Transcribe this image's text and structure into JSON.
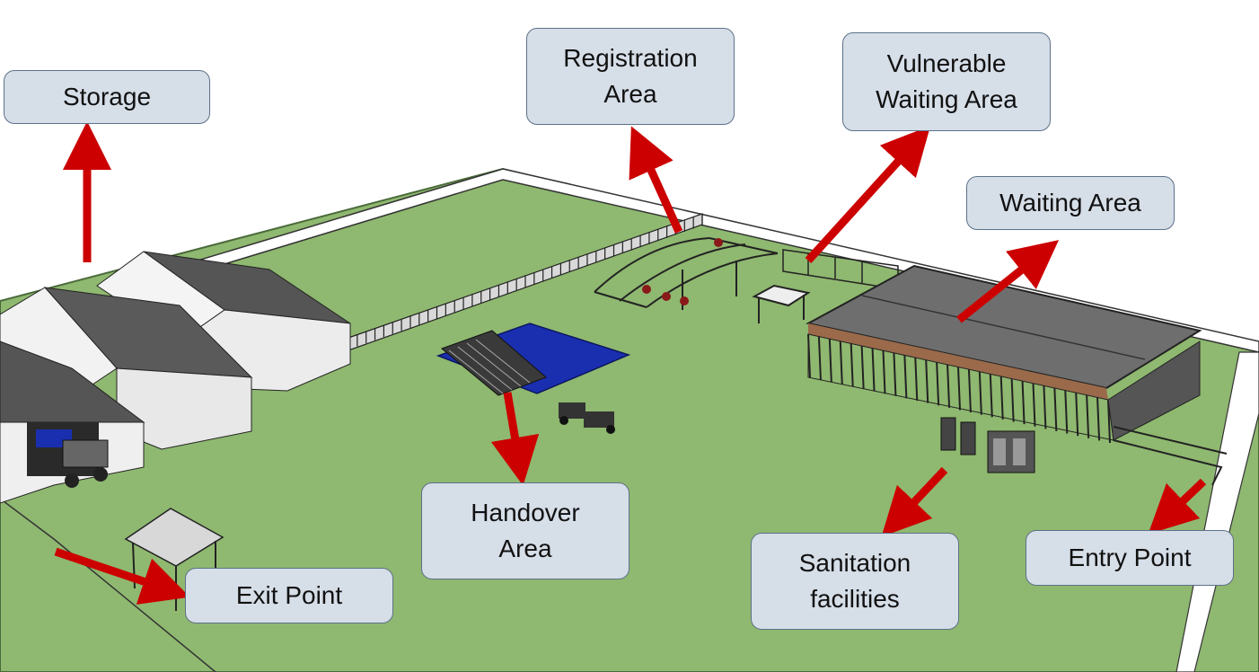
{
  "labels": {
    "storage": "Storage",
    "registration": "Registration\nArea",
    "vulnerable": "Vulnerable\nWaiting Area",
    "waiting": "Waiting Area",
    "handover": "Handover\nArea",
    "sanitation": "Sanitation\nfacilities",
    "entry": "Entry Point",
    "exit": "Exit Point"
  },
  "colors": {
    "ground": "#8fb870",
    "ground_edge": "#4a6a3a",
    "wall": "#ffffff",
    "arrow": "#cc0000",
    "label_fill": "#d6dee8",
    "label_border": "#5d7188",
    "tent_roof": "#555555",
    "tarp_blue": "#1a2fb0",
    "shelter_roof": "#6e6e6e"
  }
}
